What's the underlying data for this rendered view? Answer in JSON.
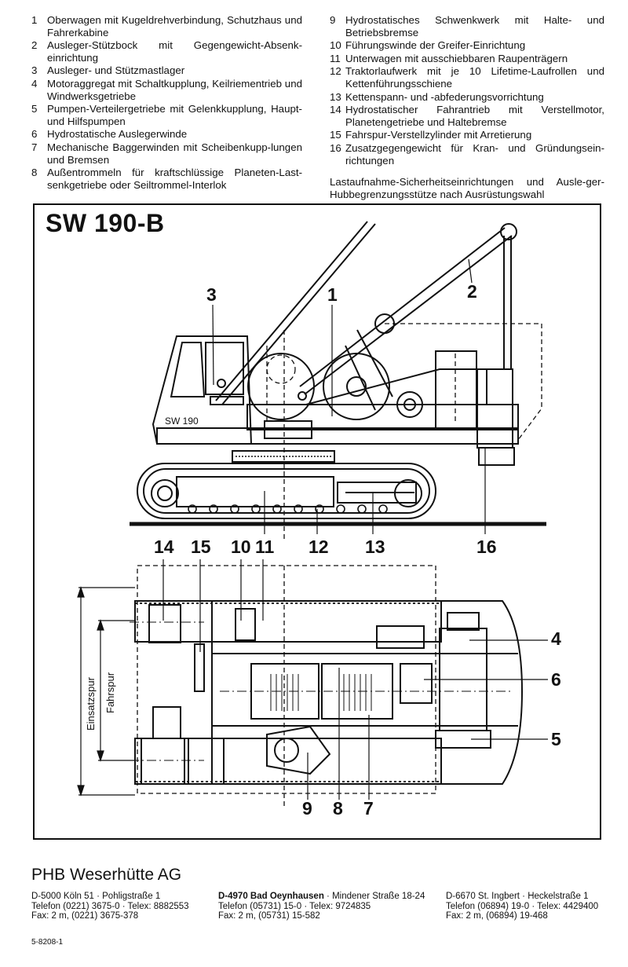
{
  "legend_left": [
    {
      "n": "1",
      "t": "Oberwagen mit Kugeldrehverbindung, Schutzhaus und Fahrerkabine"
    },
    {
      "n": "2",
      "t": "Ausleger-Stützbock mit Gegengewicht-Absenk-einrichtung"
    },
    {
      "n": "3",
      "t": "Ausleger- und Stützmastlager"
    },
    {
      "n": "4",
      "t": "Motoraggregat mit Schaltkupplung, Keilriementrieb und Windwerksgetriebe"
    },
    {
      "n": "5",
      "t": "Pumpen-Verteilergetriebe mit Gelenkkupplung, Haupt- und Hilfspumpen"
    },
    {
      "n": "6",
      "t": "Hydrostatische Auslegerwinde"
    },
    {
      "n": "7",
      "t": "Mechanische Baggerwinden mit Scheibenkupp-lungen und Bremsen"
    },
    {
      "n": "8",
      "t": "Außentrommeln für kraftschlüssige Planeten-Last-senkgetriebe oder Seiltrommel-Interlok"
    }
  ],
  "legend_right": [
    {
      "n": "9",
      "t": "Hydrostatisches Schwenkwerk mit Halte- und Betriebsbremse"
    },
    {
      "n": "10",
      "t": "Führungswinde der Greifer-Einrichtung"
    },
    {
      "n": "11",
      "t": "Unterwagen mit ausschiebbaren Raupenträgern"
    },
    {
      "n": "12",
      "t": "Traktorlaufwerk mit je 10 Lifetime-Laufrollen und Kettenführungsschiene"
    },
    {
      "n": "13",
      "t": "Kettenspann- und -abfederungsvorrichtung"
    },
    {
      "n": "14",
      "t": "Hydrostatischer Fahrantrieb mit Verstellmotor, Planetengetriebe und Haltebremse"
    },
    {
      "n": "15",
      "t": "Fahrspur-Verstellzylinder mit Arretierung"
    },
    {
      "n": "16",
      "t": "Zusatzgegengewicht für Kran- und Gründungsein-richtungen"
    }
  ],
  "legend_note": "Lastaufnahme-Sicherheitseinrichtungen und Ausle-ger-Hubbegrenzungsstütze nach Ausrüstungswahl",
  "title": "SW 190-B",
  "cab_label": "SW 190",
  "side_labels": {
    "n3": "3",
    "n1": "1",
    "n2": "2",
    "n11": "11",
    "n12": "12",
    "n13": "13",
    "n16": "16",
    "n10": "10",
    "n14": "14",
    "n15": "15"
  },
  "top_labels": {
    "n4": "4",
    "n6": "6",
    "n5": "5",
    "n9": "9",
    "n8": "8",
    "n7": "7"
  },
  "dim_labels": {
    "einsatzspur": "Einsatzspur",
    "fahrspur": "Fahrspur"
  },
  "company": "PHB Weserhütte AG",
  "addresses": [
    {
      "line1": "D-5000 Köln 51 · Pohligstraße 1",
      "line2": "Telefon (0221) 3675-0 · Telex: 8882553",
      "line3": "Fax: 2 m, (0221) 3675-378"
    },
    {
      "line1_bold": "D-4970 Bad Oeynhausen",
      "line1_rest": " · Mindener Straße 18-24",
      "line2": "Telefon (05731) 15-0 · Telex: 9724835",
      "line3": "Fax: 2 m, (05731) 15-582"
    },
    {
      "line1": "D-6670 St. Ingbert · Heckelstraße 1",
      "line2": "Telefon (06894) 19-0 · Telex: 4429400",
      "line3": "Fax: 2 m, (06894) 19-468"
    }
  ],
  "doc_code": "5-8208-1"
}
